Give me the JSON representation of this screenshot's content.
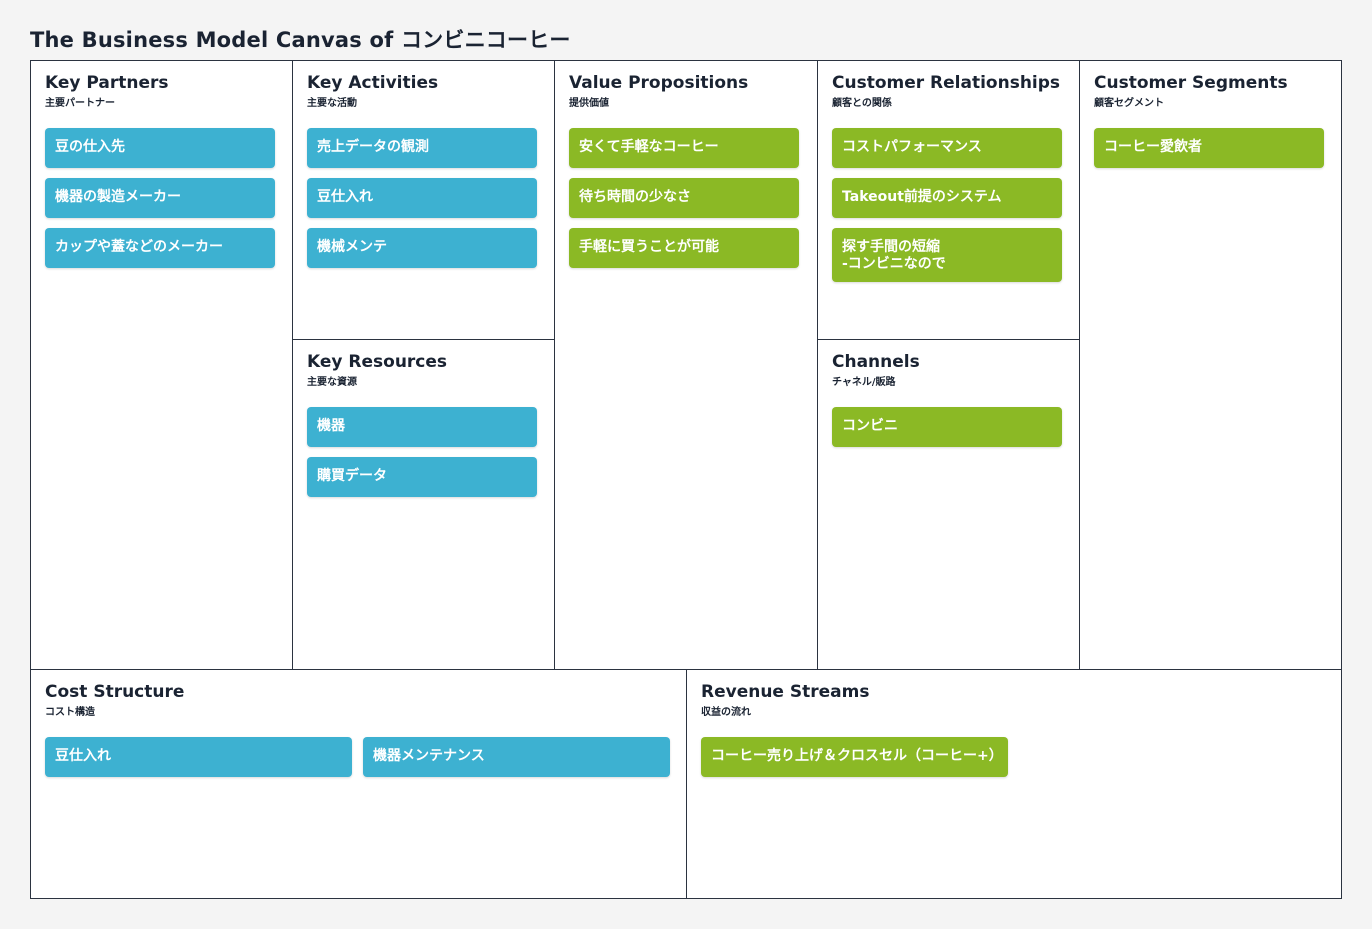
{
  "title": "The Business Model Canvas of  コンビニコーヒー",
  "colors": {
    "blue": "#3db1d1",
    "green": "#8bb925",
    "border": "#2b3340"
  },
  "sections": {
    "key_partners": {
      "title": "Key Partners",
      "subtitle": "主要パートナー",
      "items": [
        "豆の仕入先",
        "機器の製造メーカー",
        "カップや蓋などのメーカー"
      ]
    },
    "key_activities": {
      "title": "Key Activities",
      "subtitle": "主要な活動",
      "items": [
        "売上データの観測",
        "豆仕入れ",
        "機械メンテ"
      ]
    },
    "key_resources": {
      "title": "Key Resources",
      "subtitle": "主要な資源",
      "items": [
        "機器",
        "購買データ"
      ]
    },
    "value_propositions": {
      "title": "Value Propositions",
      "subtitle": "提供価値",
      "items": [
        "安くて手軽なコーヒー",
        "待ち時間の少なさ",
        "手軽に買うことが可能"
      ]
    },
    "customer_relationships": {
      "title": "Customer Relationships",
      "subtitle": "顧客との関係",
      "items": [
        "コストパフォーマンス",
        "Takeout前提のシステム",
        "探す手間の短縮\n-コンビニなので"
      ]
    },
    "channels": {
      "title": "Channels",
      "subtitle": "チャネル/販路",
      "items": [
        "コンビニ"
      ]
    },
    "customer_segments": {
      "title": "Customer Segments",
      "subtitle": "顧客セグメント",
      "items": [
        "コーヒー愛飲者"
      ]
    },
    "cost_structure": {
      "title": "Cost Structure",
      "subtitle": "コスト構造",
      "items": [
        "豆仕入れ",
        "機器メンテナンス"
      ]
    },
    "revenue_streams": {
      "title": "Revenue Streams",
      "subtitle": "収益の流れ",
      "items": [
        "コーヒー売り上げ＆クロスセル（コーヒー+）"
      ]
    }
  }
}
